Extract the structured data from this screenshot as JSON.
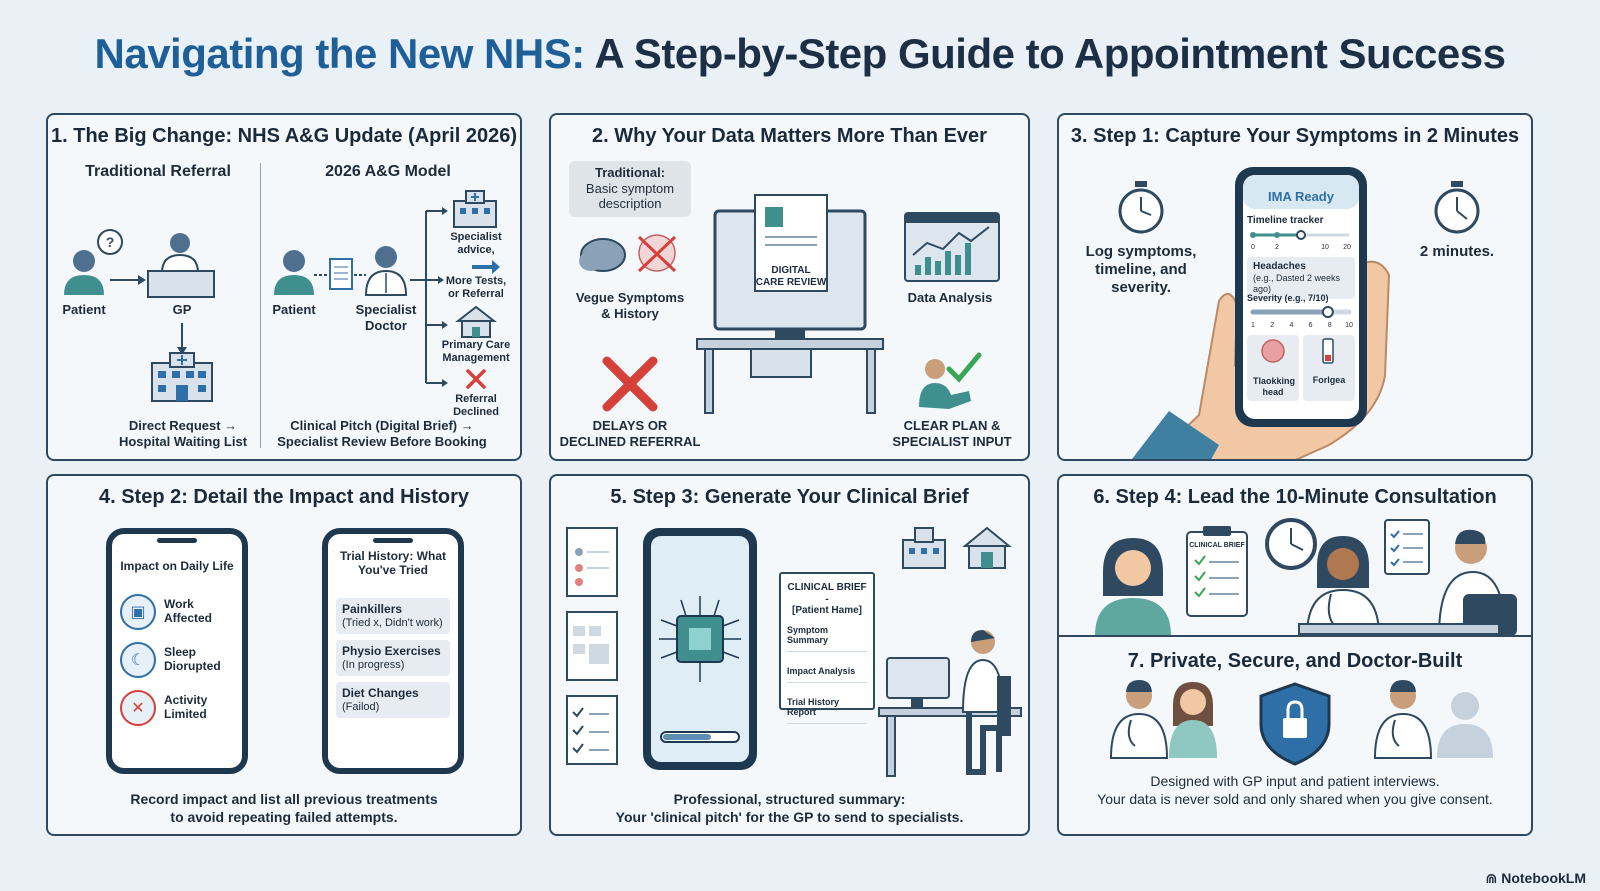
{
  "title": {
    "accent": "Navigating the New NHS:",
    "rest": "A Step-by-Step Guide to Appointment Success"
  },
  "panel1": {
    "title": "1. The Big Change: NHS A&G Update (April 2026)",
    "left_heading": "Traditional Referral",
    "right_heading": "2026 A&G Model",
    "patient": "Patient",
    "gp": "GP",
    "direct_request": "Direct Request →\nHospital Waiting List",
    "patient2": "Patient",
    "specialist_doctor": "Specialist\nDoctor",
    "specialist_advice": "Specialist\nadvice,",
    "more_tests": "More Tests,\nor Referral",
    "primary_care": "Primary Care\nManagement",
    "referral_declined": "Referral\nDeclined",
    "clinical_pitch": "Clinical Pitch (Digital Brief) →\nSpecialist Review Before Booking"
  },
  "panel2": {
    "title": "2. Why Your Data Matters More Than Ever",
    "traditional": "Traditional:",
    "traditional_desc": "Basic symptom\ndescription",
    "vague": "Vegue Symptoms\n& History",
    "monitor_text": "DIGITAL\nCARE REVIEW",
    "data_analysis": "Data Analysis",
    "delays": "DELAYS OR\nDECLINED REFERRAL",
    "clear_plan": "CLEAR PLAN &\nSPECIALIST INPUT"
  },
  "panel3": {
    "title": "3. Step 1: Capture Your Symptoms in 2 Minutes",
    "left_text": "Log symptoms,\ntimeline, and\nseverity.",
    "right_text": "2 minutes.",
    "app_title": "IMA Ready",
    "timeline_label": "Timeline tracker",
    "timeline_ticks": [
      "0",
      "2",
      "10",
      "20"
    ],
    "headaches": "Headaches",
    "headaches_sub": "(e.g., Dasted 2 weeks ago)",
    "severity_label": "Severity (e.g., 7/10)",
    "severity_ticks": [
      "1",
      "2",
      "4",
      "6",
      "8",
      "10"
    ],
    "severity_value": 0.78,
    "tile1": "Tlaokking\nhead",
    "tile2": "Forlgea"
  },
  "panel4": {
    "title": "4. Step 2: Detail the Impact and History",
    "phone1_title": "Impact on Daily Life",
    "impacts": [
      {
        "label": "Work\nAffected",
        "icon": "briefcase-icon"
      },
      {
        "label": "Sleep\nDiorupted",
        "icon": "bed-icon"
      },
      {
        "label": "Activity\nLimited",
        "icon": "no-running-icon"
      }
    ],
    "phone2_title": "Trial History: What\nYou've Tried",
    "trials": [
      {
        "name": "Painkillers",
        "note": "(Tried x, Didn't work)"
      },
      {
        "name": "Physio Exercises",
        "note": "(In progress)"
      },
      {
        "name": "Diet Changes",
        "note": "(Failod)"
      }
    ],
    "caption": "Record impact and list all previous treatments\nto avoid repeating failed attempts."
  },
  "panel5": {
    "title": "5. Step 3: Generate Your Clinical Brief",
    "brief_title": "CLINICAL BRIEF -\n[Patient Hame]",
    "brief_lines": [
      "Symptom Summary",
      "Impact Analysis",
      "Trial History Report"
    ],
    "caption_1": "Professional, structured summary:",
    "caption_2": "Your 'clinical pitch' for the GP to send to specialists."
  },
  "panel6": {
    "title": "6. Step 4: Lead the 10-Minute Consultation",
    "clipboard_text": "CLINICAL BRIEF"
  },
  "panel7": {
    "title": "7. Private, Secure, and Doctor-Built",
    "caption": "Designed with GP input and patient interviews.\nYour data is never sold and only shared when you give consent."
  },
  "brand": "NotebookLM",
  "colors": {
    "accent_blue": "#1f5f98",
    "teal": "#3f8f8f",
    "red": "#d6403a",
    "green": "#3aa655",
    "dark": "#1e3850"
  }
}
